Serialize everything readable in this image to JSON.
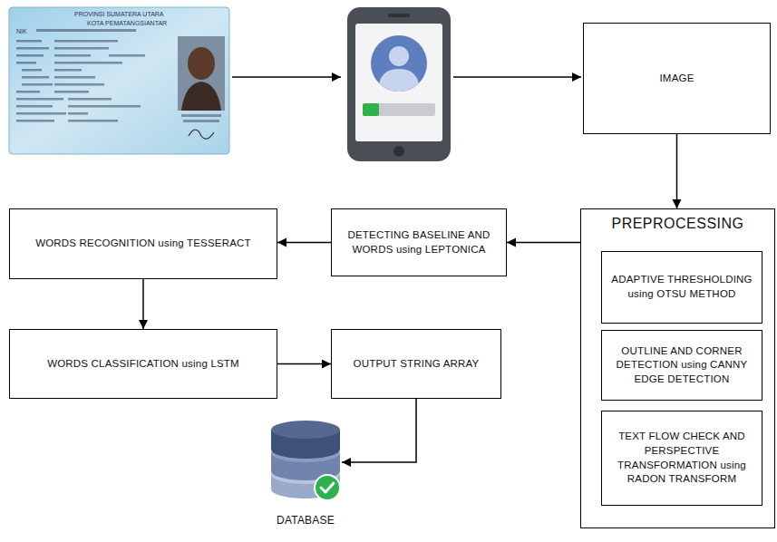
{
  "diagram": {
    "nodes": [
      {
        "text": [
          "IMAGE"
        ]
      },
      {
        "text": [
          "PREPROCESSING"
        ]
      },
      {
        "text": [
          "ADAPTIVE THRESHOLDING using OTSU METHOD"
        ],
        "in": 1
      },
      {
        "text": [
          "OUTLINE AND CORNER DETECTION using CANNY EDGE DETECTION"
        ],
        "in": 1
      },
      {
        "text": [
          "TEXT FLOW CHECK AND PERSPECTIVE TRANSFORMATION using RADON TRANSFORM"
        ],
        "in": 1
      },
      {
        "text": [
          "DETECTING BASELINE AND WORDS using LEPTONICA"
        ]
      },
      {
        "text": [
          "WORDS RECOGNITION using TESSERACT"
        ]
      },
      {
        "text": [
          "WORDS CLASSIFICATION using LSTM"
        ]
      },
      {
        "text": [
          "OUTPUT STRING ARRAY"
        ]
      },
      {
        "text": [
          "DATABASE"
        ]
      }
    ],
    "edges": [
      {
        "from": 0,
        "to": 1,
        "arrow": "to"
      },
      {
        "from": 1,
        "to": 5,
        "arrow": "to"
      },
      {
        "from": 5,
        "to": 6,
        "arrow": "to"
      },
      {
        "from": 6,
        "to": 7,
        "arrow": "to"
      },
      {
        "from": 7,
        "to": 8,
        "arrow": "to"
      },
      {
        "from": 8,
        "to": 9,
        "arrow": "to"
      }
    ],
    "labels": [
      "PROVINSI SUMATERA UTARA",
      "KOTA PEMATANGSIANTAR",
      "NIK"
    ]
  }
}
